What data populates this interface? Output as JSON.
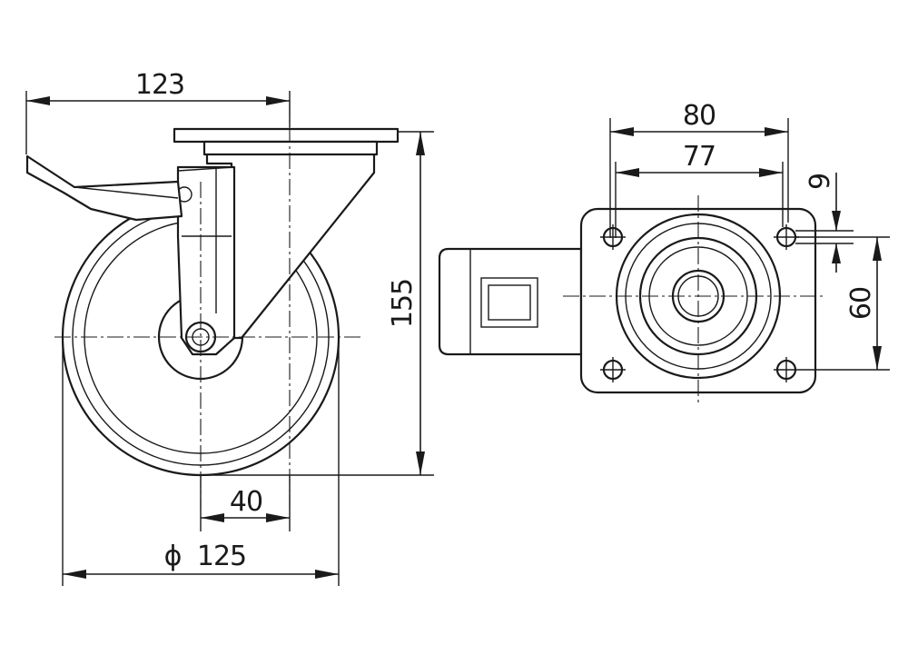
{
  "dimensions": {
    "overall_length": "123",
    "overall_height": "155",
    "offset": "40",
    "wheel_diameter_symbol": "ϕ",
    "wheel_diameter": "125",
    "plate_width_outer": "80",
    "plate_hole_spacing_x": "77",
    "bolt_hole": "9",
    "plate_hole_spacing_y": "60"
  }
}
